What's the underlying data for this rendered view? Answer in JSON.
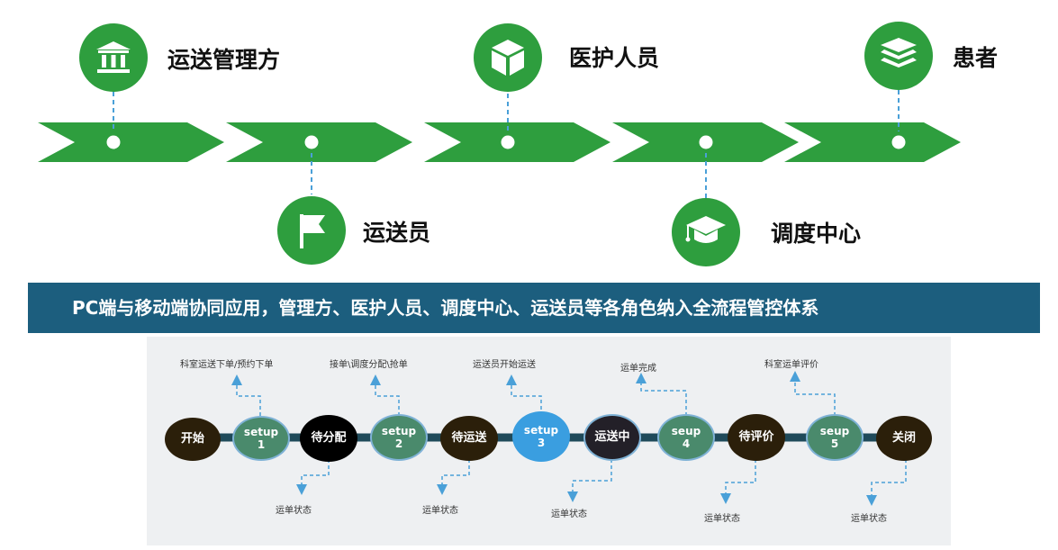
{
  "roles": {
    "management": "运送管理方",
    "transporter": "运送员",
    "medical": "医护人员",
    "dispatch": "调度中心",
    "patient": "患者"
  },
  "banner": "PC端与移动端协同应用，管理方、医护人员、调度中心、运送员等各角色纳入全流程管控体系",
  "flow": {
    "nodes": [
      {
        "label": "开始",
        "kind": "state"
      },
      {
        "label": "setup",
        "sub": "1",
        "kind": "step"
      },
      {
        "label": "待分配",
        "kind": "state"
      },
      {
        "label": "setup",
        "sub": "2",
        "kind": "step"
      },
      {
        "label": "待运送",
        "kind": "state"
      },
      {
        "label": "setup",
        "sub": "3",
        "kind": "step-active"
      },
      {
        "label": "运送中",
        "kind": "state"
      },
      {
        "label": "seup",
        "sub": "4",
        "kind": "step"
      },
      {
        "label": "待评价",
        "kind": "state"
      },
      {
        "label": "seup",
        "sub": "5",
        "kind": "step"
      },
      {
        "label": "关闭",
        "kind": "state"
      }
    ],
    "top_notes": [
      "科室运送下单/预约下单",
      "接单\\调度分配\\抢单",
      "运送员开始运送",
      "运单完成",
      "科室运单评价"
    ],
    "bottom_notes": [
      "运单状态",
      "运单状态",
      "运单状态",
      "运单状态",
      "运单状态"
    ]
  },
  "colors": {
    "green": "#2e9e3e",
    "banner": "#1c5e7e",
    "step": "#4a8a6c",
    "step_active": "#3a9ee0",
    "state_dark": "#2b1f0a",
    "track": "#1f4a5a",
    "dash": "#4aa0d8"
  }
}
